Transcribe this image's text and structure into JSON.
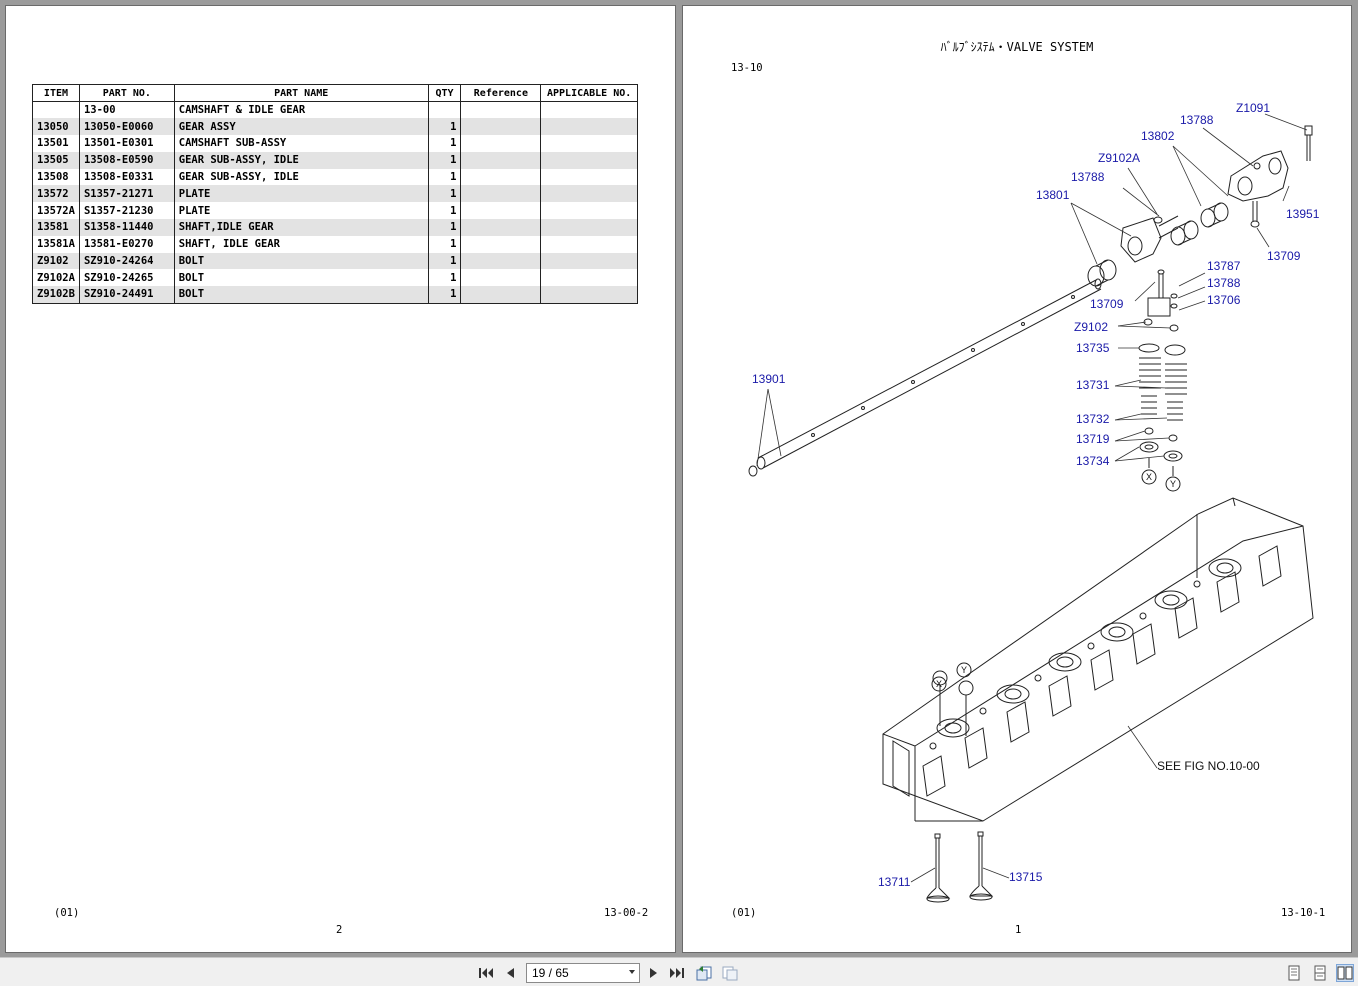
{
  "left_page": {
    "headers": [
      "ITEM",
      "PART NO.",
      "PART NAME",
      "QTY",
      "Reference",
      "APPLICABLE NO."
    ],
    "rows": [
      {
        "item": "",
        "part_no": "13-00",
        "part_name": "CAMSHAFT & IDLE GEAR",
        "qty": "",
        "reference": "",
        "applicable": ""
      },
      {
        "item": "13050",
        "part_no": "13050-E0060",
        "part_name": "GEAR ASSY",
        "qty": "1",
        "reference": "",
        "applicable": ""
      },
      {
        "item": "13501",
        "part_no": "13501-E0301",
        "part_name": "CAMSHAFT SUB-ASSY",
        "qty": "1",
        "reference": "",
        "applicable": ""
      },
      {
        "item": "13505",
        "part_no": "13508-E0590",
        "part_name": "GEAR SUB-ASSY, IDLE",
        "qty": "1",
        "reference": "",
        "applicable": ""
      },
      {
        "item": "13508",
        "part_no": "13508-E0331",
        "part_name": "GEAR SUB-ASSY, IDLE",
        "qty": "1",
        "reference": "",
        "applicable": ""
      },
      {
        "item": "13572",
        "part_no": "S1357-21271",
        "part_name": "PLATE",
        "qty": "1",
        "reference": "",
        "applicable": ""
      },
      {
        "item": "13572A",
        "part_no": "S1357-21230",
        "part_name": "PLATE",
        "qty": "1",
        "reference": "",
        "applicable": ""
      },
      {
        "item": "13581",
        "part_no": "S1358-11440",
        "part_name": "SHAFT,IDLE GEAR",
        "qty": "1",
        "reference": "",
        "applicable": ""
      },
      {
        "item": "13581A",
        "part_no": "13581-E0270",
        "part_name": "SHAFT, IDLE GEAR",
        "qty": "1",
        "reference": "",
        "applicable": ""
      },
      {
        "item": "Z9102",
        "part_no": "SZ910-24264",
        "part_name": "BOLT",
        "qty": "1",
        "reference": "",
        "applicable": ""
      },
      {
        "item": "Z9102A",
        "part_no": "SZ910-24265",
        "part_name": "BOLT",
        "qty": "1",
        "reference": "",
        "applicable": ""
      },
      {
        "item": "Z9102B",
        "part_no": "SZ910-24491",
        "part_name": "BOLT",
        "qty": "1",
        "reference": "",
        "applicable": ""
      }
    ],
    "footer_left": "(01)",
    "footer_right": "13-00-2",
    "page_number": "2"
  },
  "right_page": {
    "title": "ﾊﾞﾙﾌﾞｼｽﾃﾑ・VALVE SYSTEM",
    "section_code": "13-10",
    "callouts": {
      "z1091": "Z1091",
      "c13788_top": "13788",
      "c13802": "13802",
      "z9102a": "Z9102A",
      "c13788_mid": "13788",
      "c13801": "13801",
      "c13951": "13951",
      "c13709_right": "13709",
      "c13787": "13787",
      "c13788_low": "13788",
      "c13706": "13706",
      "c13709_left": "13709",
      "z9102": "Z9102",
      "c13735": "13735",
      "c13731": "13731",
      "c13732": "13732",
      "c13719": "13719",
      "c13734": "13734",
      "c13901": "13901",
      "see_fig": "SEE FIG NO.10-00",
      "c13711": "13711",
      "c13715": "13715",
      "marker_x": "X",
      "marker_y": "Y"
    },
    "footer_left": "(01)",
    "footer_right": "13-10-1",
    "page_number": "1"
  },
  "toolbar": {
    "page_indicator": "19 / 65",
    "icons": [
      "first-page-icon",
      "previous-page-icon",
      "next-page-icon",
      "last-page-icon",
      "go-back-icon",
      "go-forward-icon",
      "single-page-icon",
      "continuous-icon",
      "two-page-icon"
    ]
  },
  "colors": {
    "callout_blue": "#1a1aa8",
    "row_shade": "#e3e3e3",
    "background": "#9b9b9b",
    "toolbar": "#f0f0f0"
  }
}
